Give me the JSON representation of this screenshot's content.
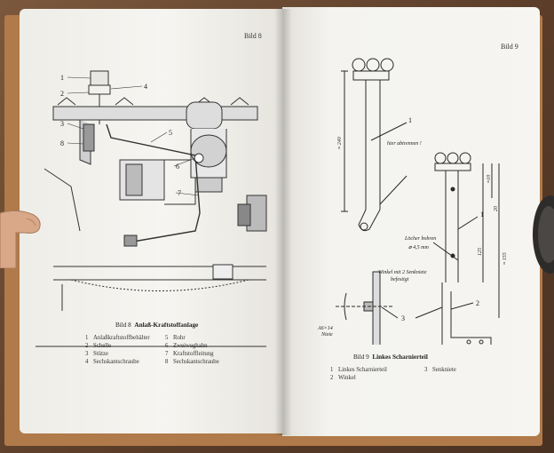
{
  "left_page": {
    "header": "Bild 8",
    "figure_callouts": [
      "1",
      "2",
      "3",
      "4",
      "5",
      "6",
      "7",
      "8"
    ],
    "caption_number": "Bild 8",
    "caption_title": "Anlaß-Kraftstoffanlage",
    "legend": [
      {
        "num": "1",
        "text": "Anlaßkraftstoffbehälter"
      },
      {
        "num": "2",
        "text": "Schelle"
      },
      {
        "num": "3",
        "text": "Stütze"
      },
      {
        "num": "4",
        "text": "Sechskantschraube"
      },
      {
        "num": "5",
        "text": "Rohr"
      },
      {
        "num": "6",
        "text": "Zweiweghahn"
      },
      {
        "num": "7",
        "text": "Kraftstoffleitung"
      },
      {
        "num": "8",
        "text": "Sechskantschraube"
      }
    ]
  },
  "right_page": {
    "header": "Bild 9",
    "figure_callouts": [
      "1",
      "1",
      "2",
      "3"
    ],
    "annotations": {
      "cut_here": "hier abtrennen !",
      "holes": "Löcher bohren",
      "hole_diameter": "⌀ 4,5 mm",
      "weld": "Winkel mit 2 Senkniete",
      "weld2": "befestigt",
      "rivet": "A6×14",
      "rivet2": "Niete",
      "dim_long": "≈ 240",
      "dim_a": "≈10",
      "dim_b": "20",
      "dim_c": "125",
      "dim_d": "≈ 155"
    },
    "caption_number": "Bild 9",
    "caption_title": "Linkes Scharnierteil",
    "legend": [
      {
        "num": "1",
        "text": "Linkes Scharnierteil"
      },
      {
        "num": "2",
        "text": "Winkel"
      },
      {
        "num": "3",
        "text": "Senkniete"
      }
    ]
  },
  "colors": {
    "table": "#6a4a33",
    "cover": "#b07a4a",
    "paper": "#f3f2ee",
    "ink": "#2a2a2a"
  }
}
